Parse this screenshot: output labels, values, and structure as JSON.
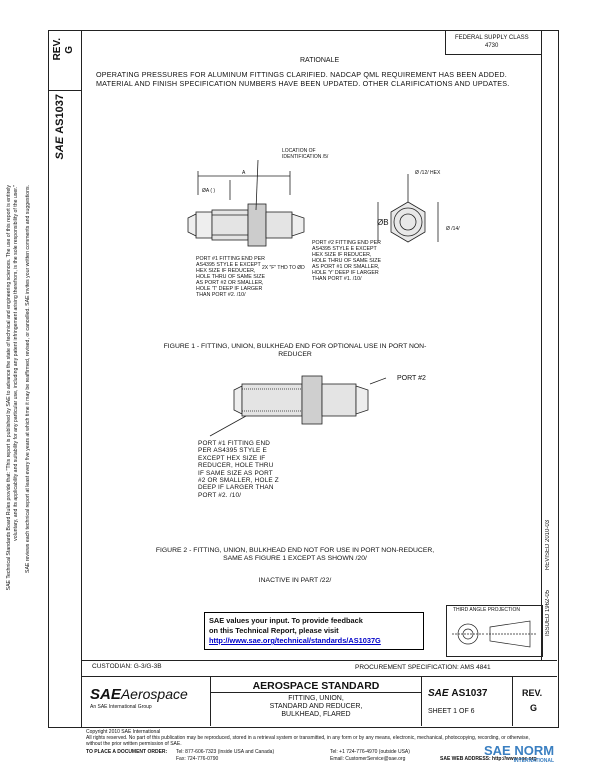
{
  "page": {
    "rev_label": "REV.",
    "rev_value": "G",
    "doc_number": "AS1037",
    "sae_logo_small": "SAE"
  },
  "side_notice": {
    "line1": "SAE Technical Standards Board Rules provide that: \"This report is published by SAE to advance the state of technical and engineering sciences. The use of this report is entirely",
    "line2": "voluntary, and its applicability and suitability for any particular use, including any patent infringement arising therefrom, is the sole responsibility of the user.\"",
    "line3": "SAE reviews each technical report at least every five years at which time it may be reaffirmed, revised, or cancelled. SAE invites your written comments and suggestions."
  },
  "right_margin": {
    "revised": "REVISED 2010-03",
    "issued": "ISSUED 1962-05"
  },
  "top_box": {
    "line1": "FEDERAL SUPPLY CLASS",
    "line2": "4730"
  },
  "rationale": {
    "heading": "RATIONALE",
    "text": "OPERATING PRESSURES FOR ALUMINUM FITTINGS CLARIFIED.  NADCAP QML REQUIREMENT HAS BEEN ADDED.  MATERIAL AND FINISH SPECIFICATION NUMBERS HAVE BEEN UPDATED. OTHER CLARIFICATIONS AND UPDATES."
  },
  "figure1": {
    "location_note": "LOCATION OF IDENTIFICATION /5/",
    "dim_a": "A",
    "dim_l": "ØA (  )",
    "hex_note": "Ø /12/ HEX",
    "dia_b": "ØB",
    "dim_right": "Ø /14/",
    "port1": "PORT #1 FITTING END PER AS4395 STYLE E EXCEPT HEX SIZE IF REDUCER, HOLE THRU OF SAME SIZE AS PORT #2 OR SMALLER, HOLE 'T' DEEP IF LARGER THAN PORT #2. /10/",
    "port2": "PORT #2 FITTING END PER AS4395 STYLE E EXCEPT HEX SIZE IF REDUCER, HOLE THRU OF SAME SIZE AS PORT #1 OR SMALLER, HOLE 'Y' DEEP IF LARGER THAN PORT #1. /10/",
    "thread_note": "2X \"F\" THD TO ØD",
    "caption": "FIGURE 1 - FITTING, UNION, BULKHEAD END FOR OPTIONAL USE IN PORT NON-REDUCER"
  },
  "figure2": {
    "port2": "PORT #2",
    "port1": "PORT #1 FITTING END PER AS4395 STYLE E EXCEPT HEX SIZE IF REDUCER, HOLE THRU IF SAME SIZE AS PORT #2 OR SMALLER, HOLE Z DEEP IF LARGER THAN PORT #2. /10/",
    "caption": "FIGURE 2 - FITTING, UNION, BULKHEAD END NOT FOR USE IN PORT NON-REDUCER, SAME AS FIGURE 1 EXCEPT AS SHOWN /20/",
    "inactive": "INACTIVE IN PART /22/"
  },
  "feedback": {
    "line1": "SAE values your input. To provide feedback",
    "line2": "on this Technical Report, please visit",
    "link": "http://www.sae.org/technical/standards/AS1037G"
  },
  "projection": {
    "label": "THIRD ANGLE PROJECTION"
  },
  "title_block": {
    "custodian": "CUSTODIAN: G-3/G-3B",
    "procurement": "PROCUREMENT SPECIFICATION: AMS 4841",
    "logo_sae": "SAE",
    "logo_aero": "Aerospace",
    "logo_sub": "An SAE International Group",
    "standard": "AEROSPACE STANDARD",
    "title_lines": [
      "FITTING, UNION,",
      "STANDARD AND REDUCER,",
      "BULKHEAD, FLARED"
    ],
    "sae_small": "SAE",
    "as_number": "AS1037",
    "sheet": "SHEET 1 OF 6",
    "rev_label": "REV.",
    "rev_value": "G"
  },
  "footer": {
    "copyright": "Copyright 2010 SAE International",
    "rights": "All rights reserved. No part of this publication may be reproduced, stored in a retrieval system or transmitted, in any form or by any means, electronic, mechanical, photocopying, recording, or otherwise, without the prior written permission of SAE.",
    "order_label": "TO PLACE A DOCUMENT ORDER:",
    "tel1": "Tel:  877-606-7323 (inside USA and Canada)",
    "fax": "Fax:  724-776-0790",
    "tel2": "Tel:  +1 724-776-4970 (outside USA)",
    "email": "Email: CustomerService@sae.org",
    "web": "SAE WEB ADDRESS: http://www.sae.org"
  },
  "watermark": {
    "text": "SAE NORM",
    "sub": "INTERNATIONAL"
  }
}
